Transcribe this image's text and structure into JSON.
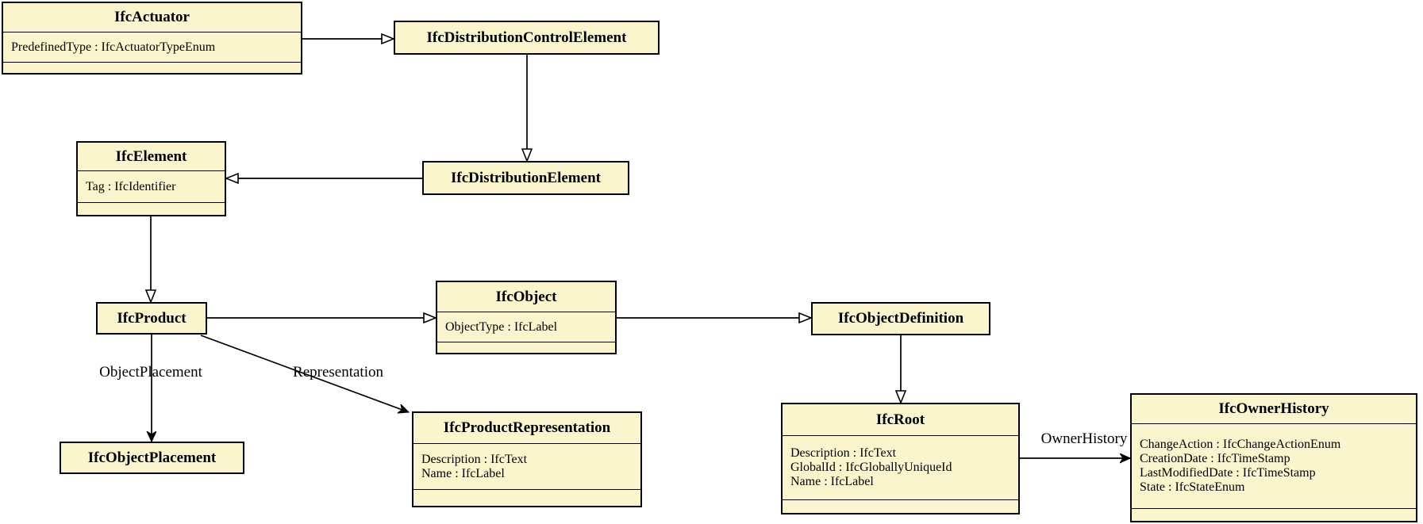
{
  "diagram": {
    "background_color": "#ffffff",
    "node_fill_color": "#fbf5ce",
    "node_border_color": "#000000",
    "classes": [
      {
        "id": "ifc-actuator",
        "title": "IfcActuator",
        "attributes": [
          "PredefinedType : IfcActuatorTypeEnum"
        ]
      },
      {
        "id": "ifc-distribution-control-element",
        "title": "IfcDistributionControlElement",
        "attributes": []
      },
      {
        "id": "ifc-element",
        "title": "IfcElement",
        "attributes": [
          "Tag : IfcIdentifier"
        ]
      },
      {
        "id": "ifc-distribution-element",
        "title": "IfcDistributionElement",
        "attributes": []
      },
      {
        "id": "ifc-product",
        "title": "IfcProduct",
        "attributes": []
      },
      {
        "id": "ifc-object",
        "title": "IfcObject",
        "attributes": [
          "ObjectType : IfcLabel"
        ]
      },
      {
        "id": "ifc-object-definition",
        "title": "IfcObjectDefinition",
        "attributes": []
      },
      {
        "id": "ifc-object-placement",
        "title": "IfcObjectPlacement",
        "attributes": []
      },
      {
        "id": "ifc-product-representation",
        "title": "IfcProductRepresentation",
        "attributes": [
          "Description : IfcText",
          "Name : IfcLabel"
        ]
      },
      {
        "id": "ifc-root",
        "title": "IfcRoot",
        "attributes": [
          "Description : IfcText",
          "GlobalId : IfcGloballyUniqueId",
          "Name : IfcLabel"
        ]
      },
      {
        "id": "ifc-owner-history",
        "title": "IfcOwnerHistory",
        "attributes": [
          "ChangeAction : IfcChangeActionEnum",
          "CreationDate : IfcTimeStamp",
          "LastModifiedDate : IfcTimeStamp",
          "State : IfcStateEnum"
        ]
      }
    ],
    "generalizations": [
      {
        "from": "IfcActuator",
        "to": "IfcDistributionControlElement"
      },
      {
        "from": "IfcDistributionControlElement",
        "to": "IfcDistributionElement"
      },
      {
        "from": "IfcDistributionElement",
        "to": "IfcElement"
      },
      {
        "from": "IfcElement",
        "to": "IfcProduct"
      },
      {
        "from": "IfcProduct",
        "to": "IfcObject"
      },
      {
        "from": "IfcObject",
        "to": "IfcObjectDefinition"
      },
      {
        "from": "IfcObjectDefinition",
        "to": "IfcRoot"
      }
    ],
    "associations": [
      {
        "label": "ObjectPlacement",
        "from": "IfcProduct",
        "to": "IfcObjectPlacement"
      },
      {
        "label": "Representation",
        "from": "IfcProduct",
        "to": "IfcProductRepresentation"
      },
      {
        "label": "OwnerHistory",
        "from": "IfcRoot",
        "to": "IfcOwnerHistory"
      }
    ]
  }
}
